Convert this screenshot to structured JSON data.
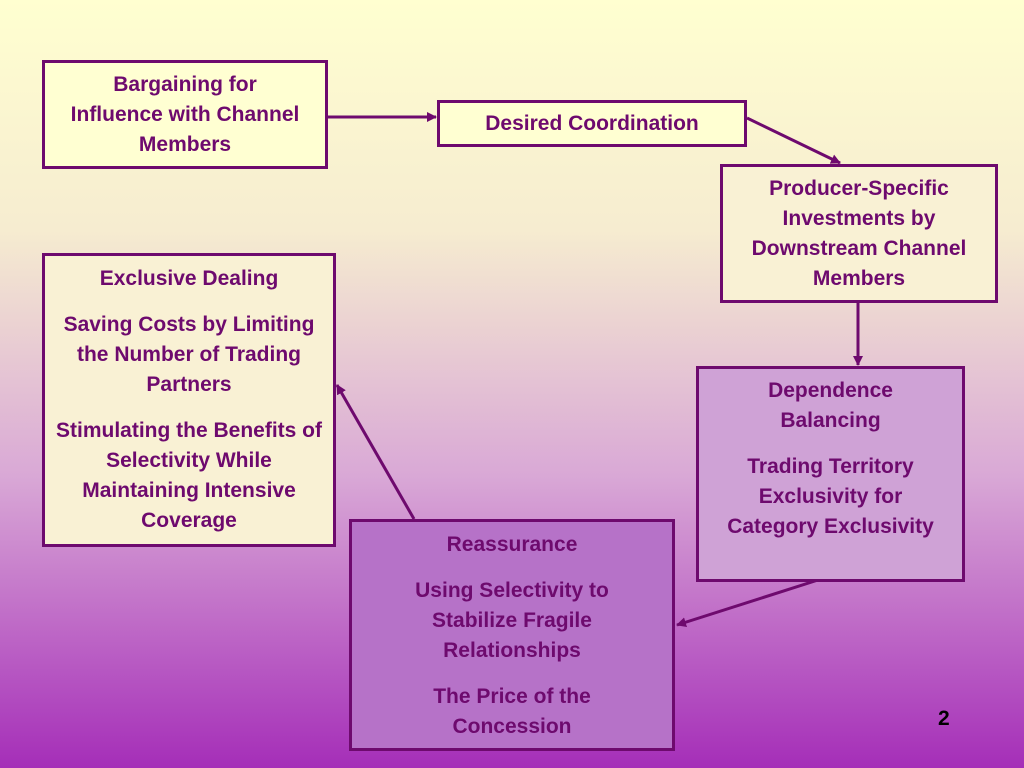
{
  "diagram": {
    "nodes": {
      "bargaining": {
        "lines": [
          "Bargaining for Influence with Channel Members"
        ]
      },
      "coordination": {
        "lines": [
          "Desired Coordination"
        ]
      },
      "producer": {
        "lines": [
          "Producer-Specific Investments by Downstream Channel Members"
        ]
      },
      "exclusive": {
        "lines": [
          "Exclusive Dealing",
          "Saving Costs by Limiting the Number of Trading Partners",
          "Stimulating the Benefits of Selectivity While Maintaining Intensive Coverage"
        ]
      },
      "dependence": {
        "lines": [
          "Dependence Balancing",
          "Trading Territory Exclusivity for Category Exclusivity"
        ]
      },
      "reassurance": {
        "lines": [
          "Reassurance",
          "Using Selectivity to Stabilize Fragile Relationships",
          "The Price of the Concession"
        ]
      }
    },
    "edges": [
      {
        "from": "bargaining",
        "to": "coordination"
      },
      {
        "from": "coordination",
        "to": "producer"
      },
      {
        "from": "producer",
        "to": "dependence"
      },
      {
        "from": "dependence",
        "to": "reassurance"
      },
      {
        "from": "reassurance",
        "to": "exclusive"
      }
    ]
  },
  "page_number": "2",
  "colors": {
    "box_border": "#6e0a6e",
    "text": "#6e0a6e",
    "arrow": "#6e0a6e"
  }
}
